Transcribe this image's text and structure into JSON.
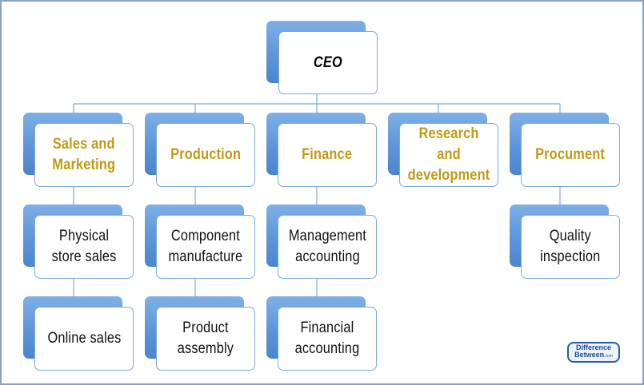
{
  "org_chart": {
    "ceo": "CEO",
    "departments": [
      {
        "label": "Sales and\nMarketing"
      },
      {
        "label": "Production"
      },
      {
        "label": "Finance"
      },
      {
        "label": "Research and\ndevelopment"
      },
      {
        "label": "Procument"
      }
    ],
    "sub_units": {
      "sales_1": "Physical\nstore sales",
      "sales_2": "Online sales",
      "production_1": "Component\nmanufacture",
      "production_2": "Product\nassembly",
      "finance_1": "Management\naccounting",
      "finance_2": "Financial\naccounting",
      "procurement_1": "Quality\ninspection"
    }
  },
  "logo": {
    "line1": "Difference",
    "line2": "Between",
    "suffix": ".com"
  },
  "colors": {
    "box_back": "#5d95d8",
    "box_border": "#7fa9d6",
    "connector": "#7fa9d6",
    "department_text": "#c09a16",
    "frame": "#8aa2c2"
  }
}
